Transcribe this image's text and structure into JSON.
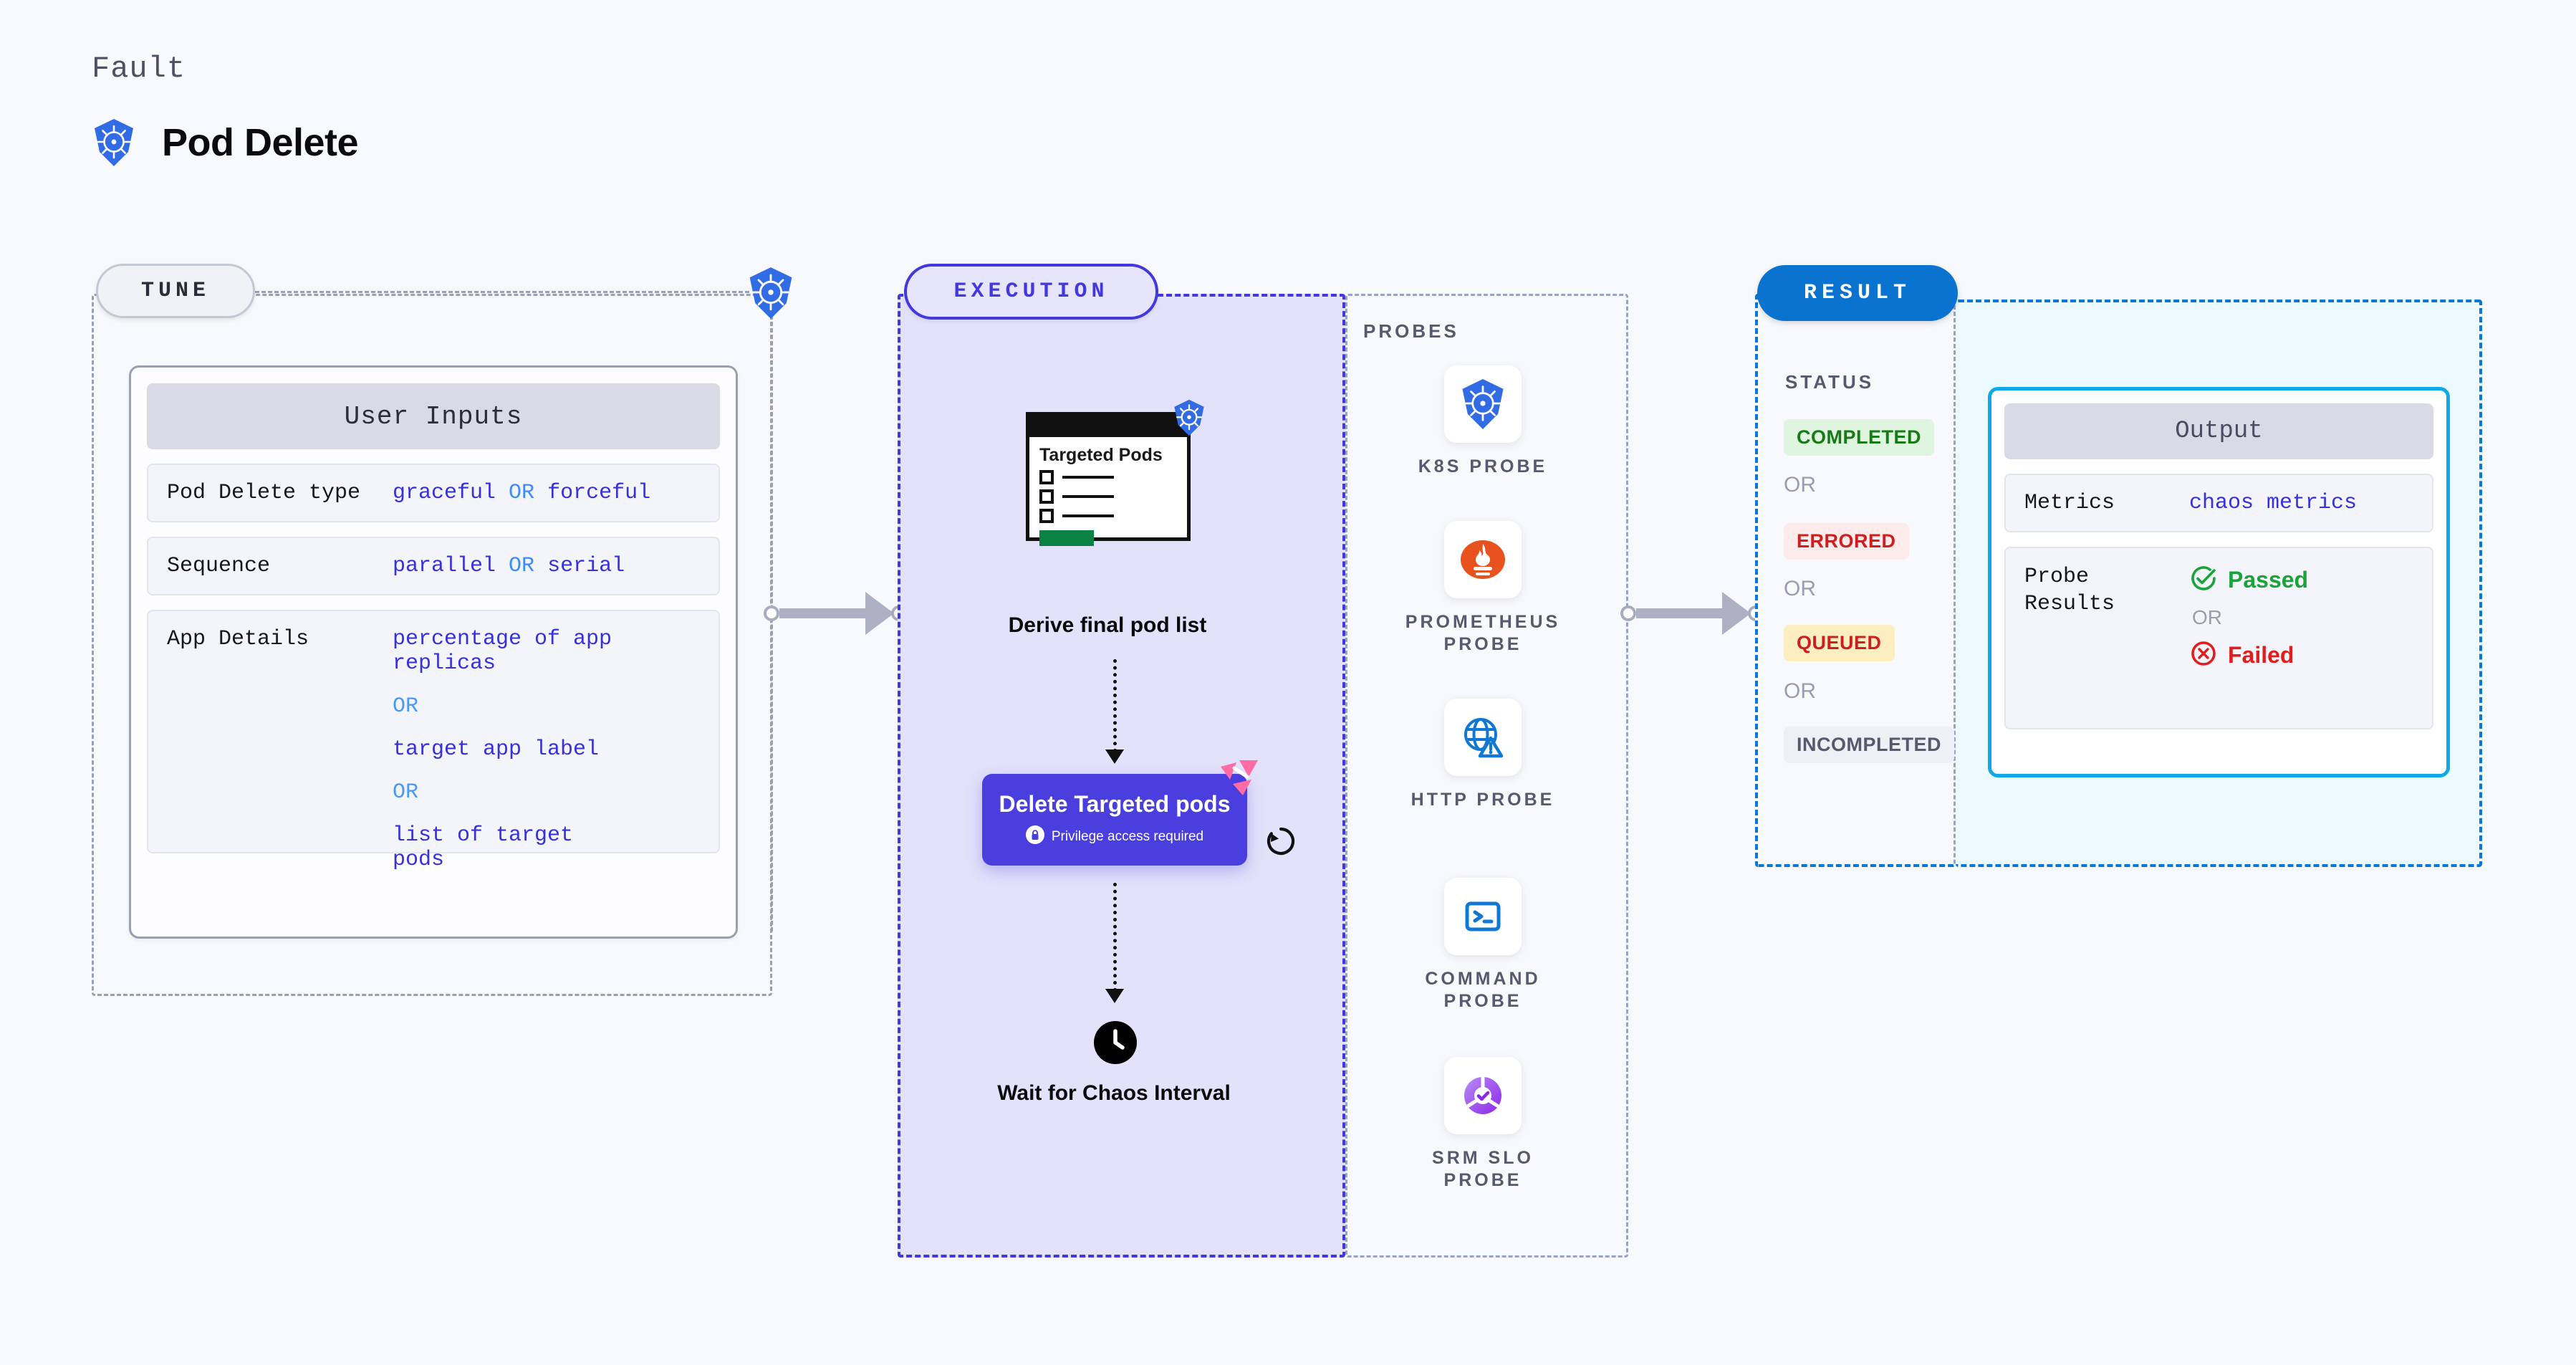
{
  "header": {
    "fault_label": "Fault",
    "fault_title": "Pod Delete",
    "icon": "kubernetes-icon"
  },
  "tune": {
    "pill_label": "TUNE",
    "badge_icon": "kubernetes-icon",
    "card": {
      "title": "User Inputs",
      "rows": [
        {
          "key": "Pod Delete type",
          "values": [
            "graceful",
            "forceful"
          ],
          "separator": "OR",
          "inline": true
        },
        {
          "key": "Sequence",
          "values": [
            "parallel",
            "serial"
          ],
          "separator": "OR",
          "inline": true
        },
        {
          "key": "App Details",
          "values": [
            "percentage of app replicas",
            "target app label",
            "list of target pods"
          ],
          "separator": "OR",
          "inline": false
        }
      ]
    }
  },
  "execution": {
    "pill_label": "EXECUTION",
    "nodes": [
      {
        "id": "derive-final-pod-list",
        "label": "Derive final pod list",
        "illustration": {
          "heading": "Targeted Pods",
          "badge_icon": "kubernetes-icon",
          "checkbox_rows": 3
        }
      },
      {
        "id": "delete-targeted-pods",
        "label": "Delete Targeted pods",
        "privilege_note": "Privilege access required",
        "privilege_icon": "lock-icon",
        "brand_icon": "harness-logo-icon",
        "retry_icon": "rotate-retry-icon"
      },
      {
        "id": "wait-for-chaos-interval",
        "label": "Wait for Chaos Interval",
        "icon": "clock-icon"
      }
    ]
  },
  "probes": {
    "title": "PROBES",
    "items": [
      {
        "label": "K8S PROBE",
        "icon": "kubernetes-icon"
      },
      {
        "label": "PROMETHEUS PROBE",
        "icon": "prometheus-icon"
      },
      {
        "label": "HTTP PROBE",
        "icon": "globe-warning-icon"
      },
      {
        "label": "COMMAND PROBE",
        "icon": "terminal-icon"
      },
      {
        "label": "SRM SLO PROBE",
        "icon": "srm-slo-icon"
      }
    ]
  },
  "result": {
    "pill_label": "RESULT",
    "status_title": "STATUS",
    "or_label": "OR",
    "statuses": [
      {
        "label": "COMPLETED",
        "bg": "#dff5df",
        "fg": "#167a16"
      },
      {
        "label": "ERRORED",
        "bg": "#fdeaea",
        "fg": "#cc1f1f"
      },
      {
        "label": "QUEUED",
        "bg": "#fdeec2",
        "fg": "#cc1f1f"
      },
      {
        "label": "INCOMPLETED",
        "bg": "#eff0f5",
        "fg": "#575a6e"
      }
    ],
    "output": {
      "title": "Output",
      "metrics_key": "Metrics",
      "metrics_value": "chaos metrics",
      "probe_results_key": "Probe Results",
      "passed_label": "Passed",
      "passed_icon": "check-circle-icon",
      "failed_label": "Failed",
      "failed_icon": "x-circle-icon",
      "or_label": "OR"
    }
  },
  "colors": {
    "background": "#f8f9fc",
    "execution_fill": "#e3e2fa",
    "execution_border": "#4338dd",
    "result_border": "#0a77d5",
    "result_pill": "#0a73cf",
    "output_fill": "#eafaff",
    "output_border": "#0fa9e8",
    "delete_box": "#4a3edf",
    "harness_pink": "#ff6ba3",
    "value_purple": "#3730dd",
    "or_blue": "#3d8bfd",
    "passed_green": "#1aa33a",
    "failed_red": "#e01e1e"
  }
}
